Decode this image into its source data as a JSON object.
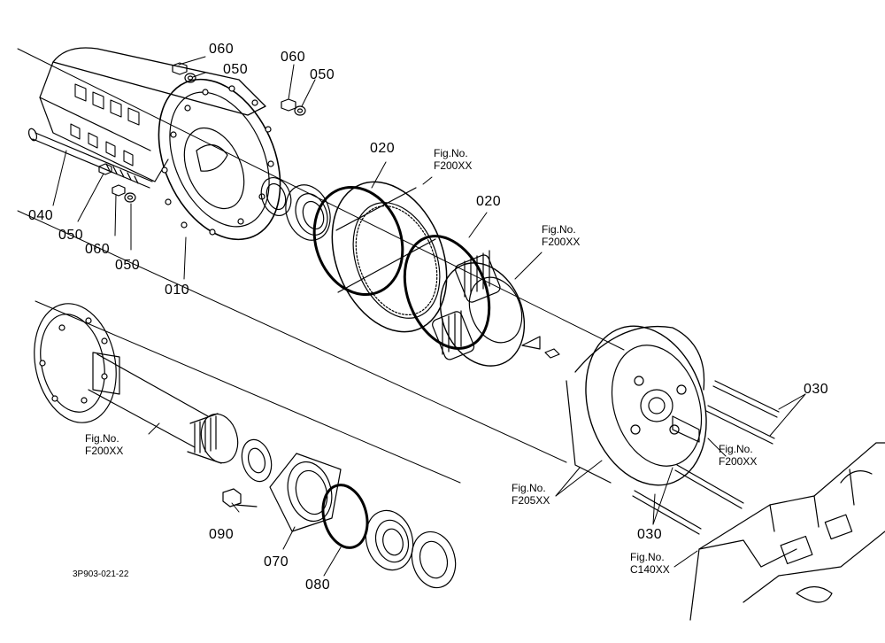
{
  "callouts": [
    {
      "id": "c1",
      "text": "060"
    },
    {
      "id": "c2",
      "text": "050"
    },
    {
      "id": "c3",
      "text": "060"
    },
    {
      "id": "c4",
      "text": "050"
    },
    {
      "id": "c5",
      "text": "040"
    },
    {
      "id": "c6",
      "text": "050"
    },
    {
      "id": "c7",
      "text": "060"
    },
    {
      "id": "c8",
      "text": "050"
    },
    {
      "id": "c9",
      "text": "010"
    },
    {
      "id": "c10",
      "text": "020"
    },
    {
      "id": "c11",
      "text": "020"
    },
    {
      "id": "c12",
      "text": "030"
    },
    {
      "id": "c13",
      "text": "030"
    },
    {
      "id": "c14",
      "text": "090"
    },
    {
      "id": "c15",
      "text": "070"
    },
    {
      "id": "c16",
      "text": "080"
    }
  ],
  "fig_refs": [
    {
      "id": "f1",
      "line1": "Fig.No.",
      "line2": "F200XX"
    },
    {
      "id": "f2",
      "line1": "Fig.No.",
      "line2": "F200XX"
    },
    {
      "id": "f3",
      "line1": "Fig.No.",
      "line2": "F200XX"
    },
    {
      "id": "f4",
      "line1": "Fig.No.",
      "line2": "F200XX"
    },
    {
      "id": "f5",
      "line1": "Fig.No.",
      "line2": "F205XX"
    },
    {
      "id": "f6",
      "line1": "Fig.No.",
      "line2": "C140XX"
    }
  ],
  "drawing_code": "3P903-021-22"
}
